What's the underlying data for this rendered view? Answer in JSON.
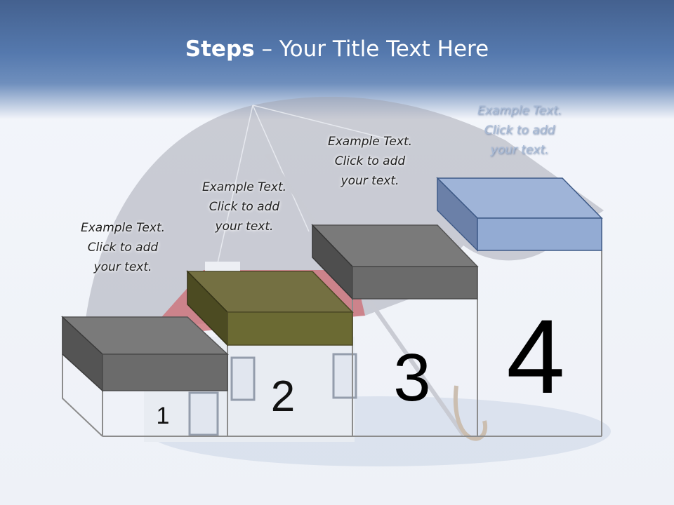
{
  "slide": {
    "title_bold": "Steps",
    "title_rest": " – Your Title Text Here"
  },
  "steps": [
    {
      "number": "1",
      "caption": [
        "Example Text.",
        "Click  to add",
        "your text."
      ]
    },
    {
      "number": "2",
      "caption": [
        "Example Text.",
        "Click  to add",
        "your text."
      ]
    },
    {
      "number": "3",
      "caption": [
        "Example Text.",
        "Click  to add",
        "your text."
      ]
    },
    {
      "number": "4",
      "caption": [
        "Example Text.",
        "Click  to add",
        "your text."
      ]
    }
  ],
  "colors": {
    "header": "#4f6f9f",
    "block_1": "#6b6b6b",
    "block_2": "#6b6a33",
    "block_3": "#6b6b6b",
    "block_4": "#93abd3"
  }
}
